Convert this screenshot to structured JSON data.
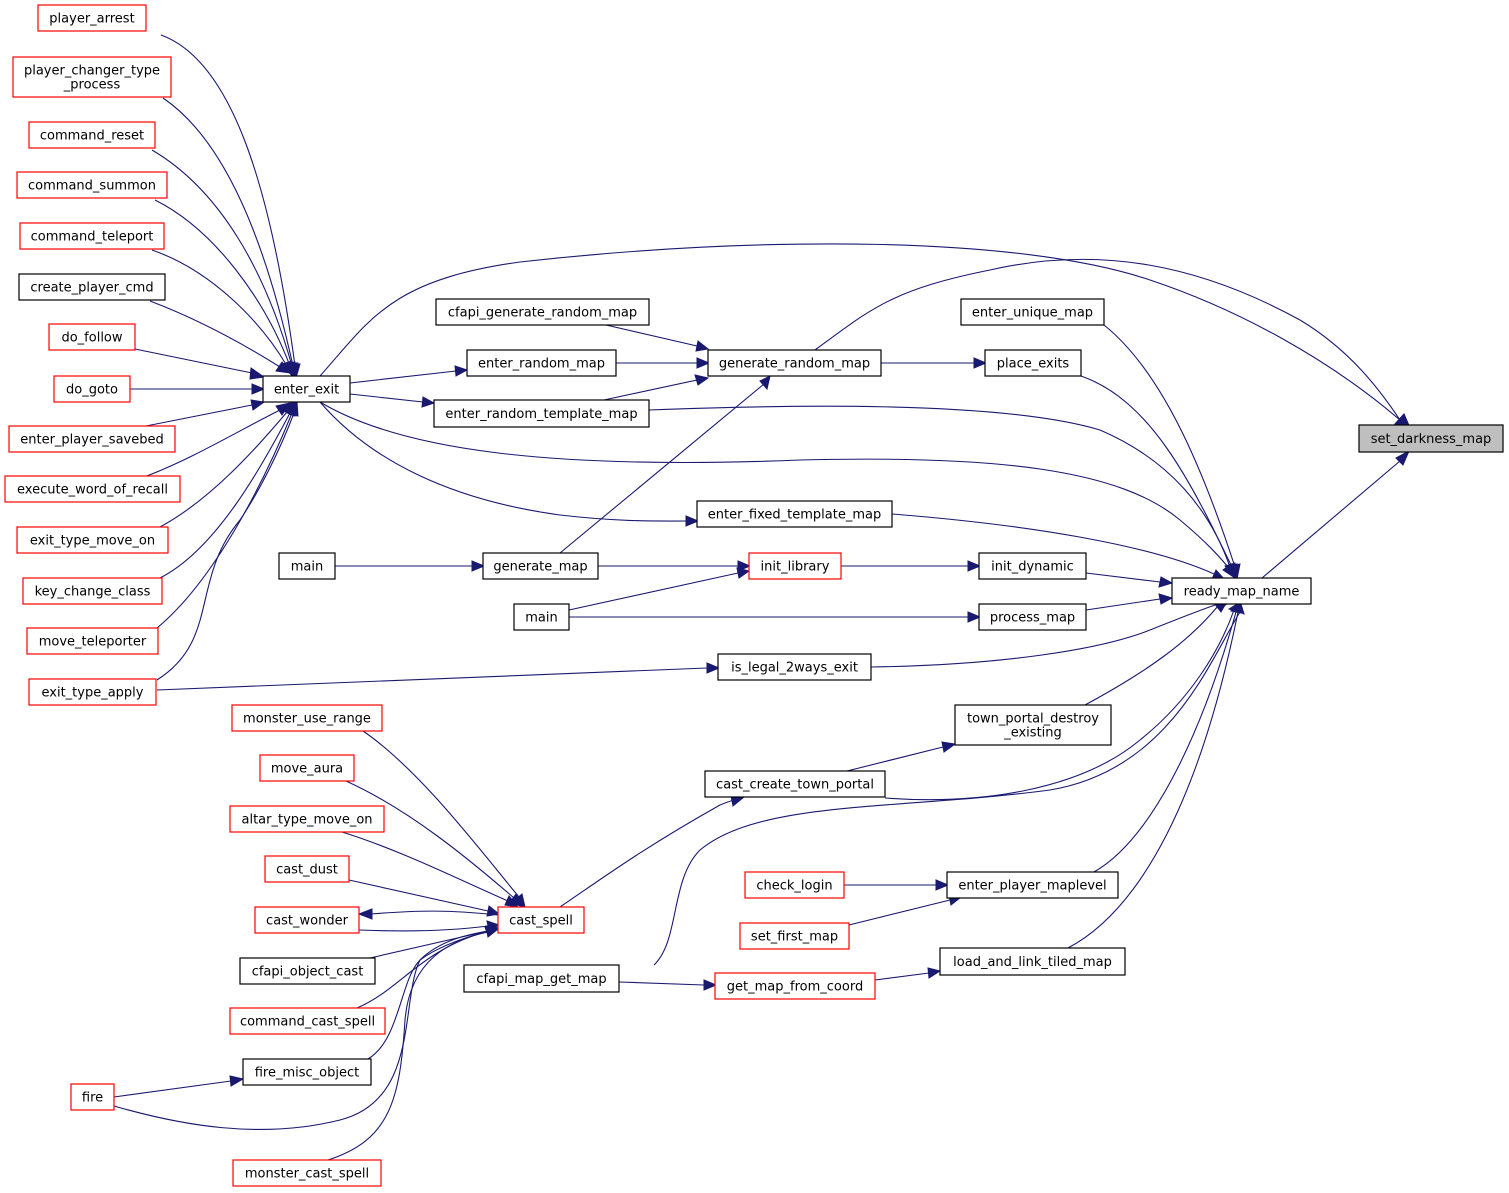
{
  "graph": {
    "edge_color": "#191970",
    "focus_fill": "#bfbfbf",
    "nodes": {
      "set_darkness_map": {
        "label": "set_darkness_map",
        "border": "focus"
      },
      "ready_map_name": {
        "label": "ready_map_name",
        "border": "black"
      },
      "enter_exit": {
        "label": "enter_exit",
        "border": "black"
      },
      "enter_unique_map": {
        "label": "enter_unique_map",
        "border": "black"
      },
      "cfapi_generate_random_map": {
        "label": "cfapi_generate_random_map",
        "border": "black"
      },
      "generate_random_map": {
        "label": "generate_random_map",
        "border": "black"
      },
      "enter_random_map": {
        "label": "enter_random_map",
        "border": "black"
      },
      "place_exits": {
        "label": "place_exits",
        "border": "black"
      },
      "enter_random_template_map": {
        "label": "enter_random_template_map",
        "border": "black"
      },
      "enter_fixed_template_map": {
        "label": "enter_fixed_template_map",
        "border": "black"
      },
      "main1": {
        "label": "main",
        "border": "black"
      },
      "generate_map": {
        "label": "generate_map",
        "border": "black"
      },
      "init_library": {
        "label": "init_library",
        "border": "red"
      },
      "init_dynamic": {
        "label": "init_dynamic",
        "border": "black"
      },
      "main2": {
        "label": "main",
        "border": "black"
      },
      "process_map": {
        "label": "process_map",
        "border": "black"
      },
      "is_legal_2ways_exit": {
        "label": "is_legal_2ways_exit",
        "border": "black"
      },
      "town_portal_destroy_existing": {
        "label": "town_portal_destroy\n_existing",
        "border": "black"
      },
      "cast_create_town_portal": {
        "label": "cast_create_town_portal",
        "border": "black"
      },
      "check_login": {
        "label": "check_login",
        "border": "red"
      },
      "enter_player_maplevel": {
        "label": "enter_player_maplevel",
        "border": "black"
      },
      "set_first_map": {
        "label": "set_first_map",
        "border": "red"
      },
      "load_and_link_tiled_map": {
        "label": "load_and_link_tiled_map",
        "border": "black"
      },
      "cfapi_map_get_map": {
        "label": "cfapi_map_get_map",
        "border": "black"
      },
      "get_map_from_coord": {
        "label": "get_map_from_coord",
        "border": "red"
      },
      "player_arrest": {
        "label": "player_arrest",
        "border": "red"
      },
      "player_changer_type_process": {
        "label": "player_changer_type\n_process",
        "border": "red"
      },
      "command_reset": {
        "label": "command_reset",
        "border": "red"
      },
      "command_summon": {
        "label": "command_summon",
        "border": "red"
      },
      "command_teleport": {
        "label": "command_teleport",
        "border": "red"
      },
      "create_player_cmd": {
        "label": "create_player_cmd",
        "border": "black"
      },
      "do_follow": {
        "label": "do_follow",
        "border": "red"
      },
      "do_goto": {
        "label": "do_goto",
        "border": "red"
      },
      "enter_player_savebed": {
        "label": "enter_player_savebed",
        "border": "red"
      },
      "execute_word_of_recall": {
        "label": "execute_word_of_recall",
        "border": "red"
      },
      "exit_type_move_on": {
        "label": "exit_type_move_on",
        "border": "red"
      },
      "key_change_class": {
        "label": "key_change_class",
        "border": "red"
      },
      "move_teleporter": {
        "label": "move_teleporter",
        "border": "red"
      },
      "exit_type_apply": {
        "label": "exit_type_apply",
        "border": "red"
      },
      "monster_use_range": {
        "label": "monster_use_range",
        "border": "red"
      },
      "move_aura": {
        "label": "move_aura",
        "border": "red"
      },
      "altar_type_move_on": {
        "label": "altar_type_move_on",
        "border": "red"
      },
      "cast_dust": {
        "label": "cast_dust",
        "border": "red"
      },
      "cast_wonder": {
        "label": "cast_wonder",
        "border": "red"
      },
      "cast_spell": {
        "label": "cast_spell",
        "border": "red"
      },
      "cfapi_object_cast": {
        "label": "cfapi_object_cast",
        "border": "black"
      },
      "command_cast_spell": {
        "label": "command_cast_spell",
        "border": "red"
      },
      "fire_misc_object": {
        "label": "fire_misc_object",
        "border": "black"
      },
      "fire": {
        "label": "fire",
        "border": "red"
      },
      "monster_cast_spell": {
        "label": "monster_cast_spell",
        "border": "red"
      }
    }
  }
}
